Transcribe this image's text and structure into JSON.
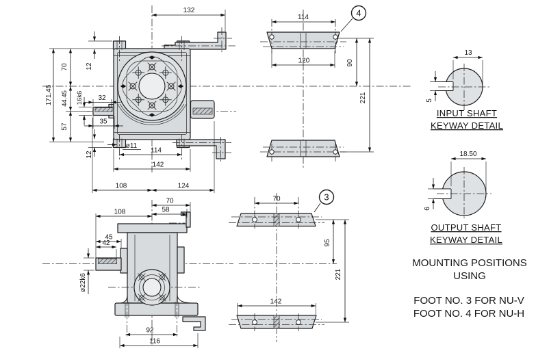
{
  "drawing": {
    "labels": {
      "input_shaft_line1": "INPUT SHAFT",
      "input_shaft_line2": "KEYWAY DETAIL",
      "output_shaft_line1": "OUTPUT SHAFT",
      "output_shaft_line2": "KEYWAY DETAIL",
      "mounting_line1": "MOUNTING POSITIONS",
      "mounting_line2": "USING",
      "mounting_line3": "FOOT NO. 3 FOR NU-V",
      "mounting_line4": "FOOT NO. 4 FOR NU-H"
    },
    "balloons": {
      "foot3": "3",
      "foot4": "4"
    },
    "dims": {
      "front": {
        "d132": "132",
        "d171": "171.45",
        "d70": "70",
        "d12t": "12",
        "d4445": "44.45",
        "d16k6": "16k6",
        "d32": "32",
        "d35": "35",
        "d57": "57",
        "d12b": "12",
        "d11": "ø11",
        "d114": "114",
        "d142": "142",
        "d108": "108",
        "d124": "124"
      },
      "foot4": {
        "d114": "114",
        "d120": "120",
        "d90": "90",
        "d221": "221"
      },
      "side": {
        "d70": "70",
        "d58": "58",
        "d108": "108",
        "d45": "45",
        "d42": "42",
        "d22": "ø22k6",
        "d92": "92",
        "d116": "116"
      },
      "foot3": {
        "d70": "70",
        "d95": "95",
        "d221": "221",
        "d142": "142"
      },
      "input_key": {
        "d13": "13",
        "d5": "5"
      },
      "output_key": {
        "d1850": "18.50",
        "d6": "6"
      }
    },
    "colors": {
      "body_fill": "#d7dbde",
      "line": "#1c1c1c",
      "background": "#ffffff"
    }
  }
}
